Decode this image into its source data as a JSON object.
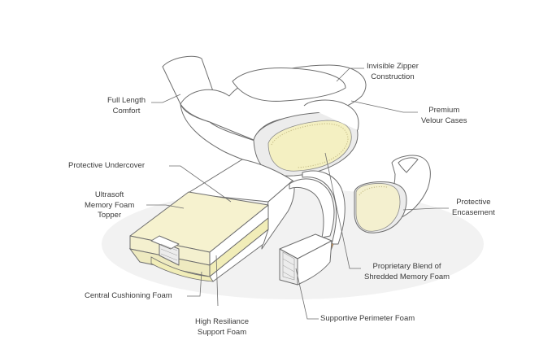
{
  "labels": {
    "invisible_zipper": "Invisible Zipper\nConstruction",
    "full_length": "Full Length\nComfort",
    "premium_velour": "Premium\nVelour Cases",
    "protective_undercover": "Protective Undercover",
    "ultrasoft_topper": "Ultrasoft\nMemory Foam\nTopper",
    "protective_encasement": "Protective\nEncasement",
    "proprietary_blend": "Proprietary Blend of\nShredded Memory Foam",
    "central_cushioning": "Central Cushioning Foam",
    "high_resilience": "High Resiliance\nSupport Foam",
    "supportive_perimeter": "Supportive Perimeter Foam"
  },
  "colors": {
    "foam_cream": "#f6f2cf",
    "foam_yellow": "#f1edb8",
    "fill_orange": "#e8a257",
    "outline": "#6e6e6e",
    "shadow": "#efefef"
  }
}
